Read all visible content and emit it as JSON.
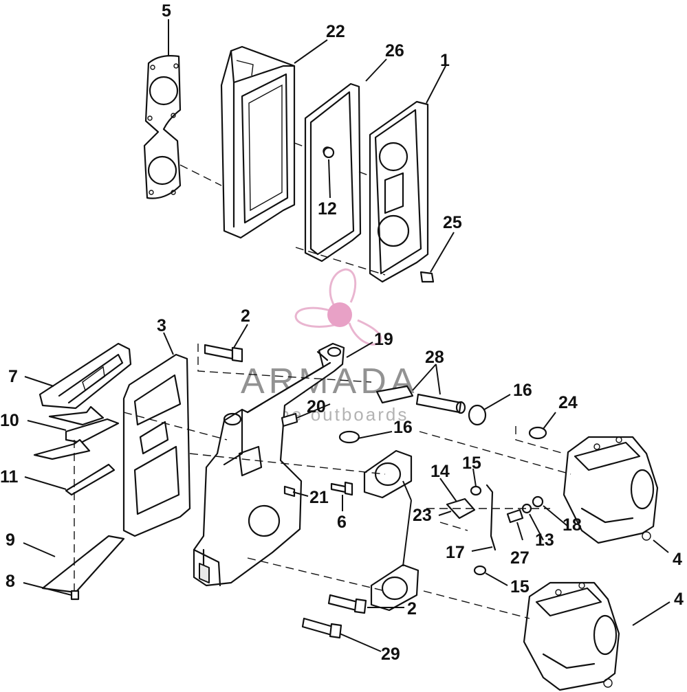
{
  "labels": {
    "l1": "1",
    "l2a": "2",
    "l2b": "2",
    "l3": "3",
    "l4a": "4",
    "l4b": "4",
    "l5": "5",
    "l6": "6",
    "l7": "7",
    "l8": "8",
    "l9": "9",
    "l10": "10",
    "l11": "11",
    "l12": "12",
    "l13": "13",
    "l14": "14",
    "l15a": "15",
    "l15b": "15",
    "l16a": "16",
    "l16b": "16",
    "l17": "17",
    "l18": "18",
    "l19": "19",
    "l20": "20",
    "l21": "21",
    "l22": "22",
    "l23": "23",
    "l24": "24",
    "l25": "25",
    "l26": "26",
    "l27": "27",
    "l28": "28",
    "l29": "29"
  },
  "watermark": {
    "brand": "ARMADA",
    "tagline": "marine outboards",
    "color": "#e6a9c8",
    "center_color": "#e491bd"
  }
}
